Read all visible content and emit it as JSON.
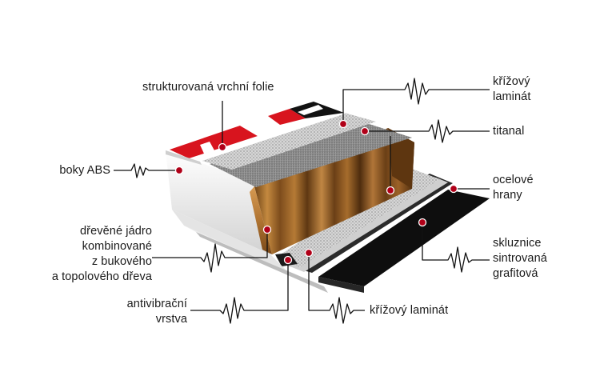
{
  "labels": {
    "top_foil": "strukturovaná vrchní folie",
    "sidewalls": "boky ABS",
    "wood_core": "dřevěné jádro\nkombinované\nz bukového\na topolového dřeva",
    "antivibration": "antivibrační\nvrstva",
    "cross_laminate_top": "křížový\nlaminát",
    "titanal": "titanal",
    "steel_edges": "ocelové\nhrany",
    "base": "skluznice\nsintrovaná\ngrafitová",
    "cross_laminate_bottom": "křížový laminát"
  },
  "colors": {
    "marker": "#b00018",
    "leader": "#111111",
    "wood": "#8a5a26",
    "base": "#111111",
    "topsheet_red": "#d8141e",
    "titanal": "#9a9a9a",
    "laminate": "#c9c9c9"
  }
}
